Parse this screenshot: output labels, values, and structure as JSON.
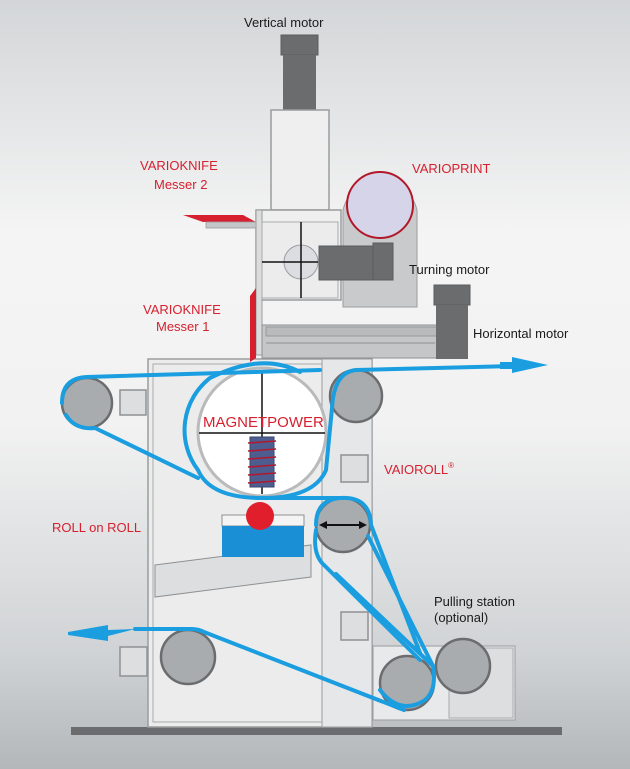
{
  "diagram": {
    "title": "Roll-on-roll processing machine schematic",
    "labels": {
      "vertical_motor": "Vertical motor",
      "varioknife2_title": "VARIOKNIFE",
      "varioknife2_sub": "Messer 2",
      "varioprint": "VARIOPRINT",
      "turning_motor": "Turning motor",
      "varioknife1_title": "VARIOKNIFE",
      "varioknife1_sub": "Messer 1",
      "horizontal_motor": "Horizontal motor",
      "magnetpower": "MAGNETPOWER",
      "vaioroll": "VAIOROLL",
      "vaioroll_mark": "®",
      "roll_on_roll": "ROLL on ROLL",
      "pulling_station_1": "Pulling station",
      "pulling_station_2": "(optional)"
    },
    "colors": {
      "web": "#1a9ee0",
      "accent_red": "#d6202f",
      "motor_gray": "#6a6c6e",
      "roller_gray": "#a9acae",
      "frame_light": "#ececec",
      "print_cylinder": "#d6d4e8",
      "tank_blue": "#1a8fd6"
    }
  }
}
